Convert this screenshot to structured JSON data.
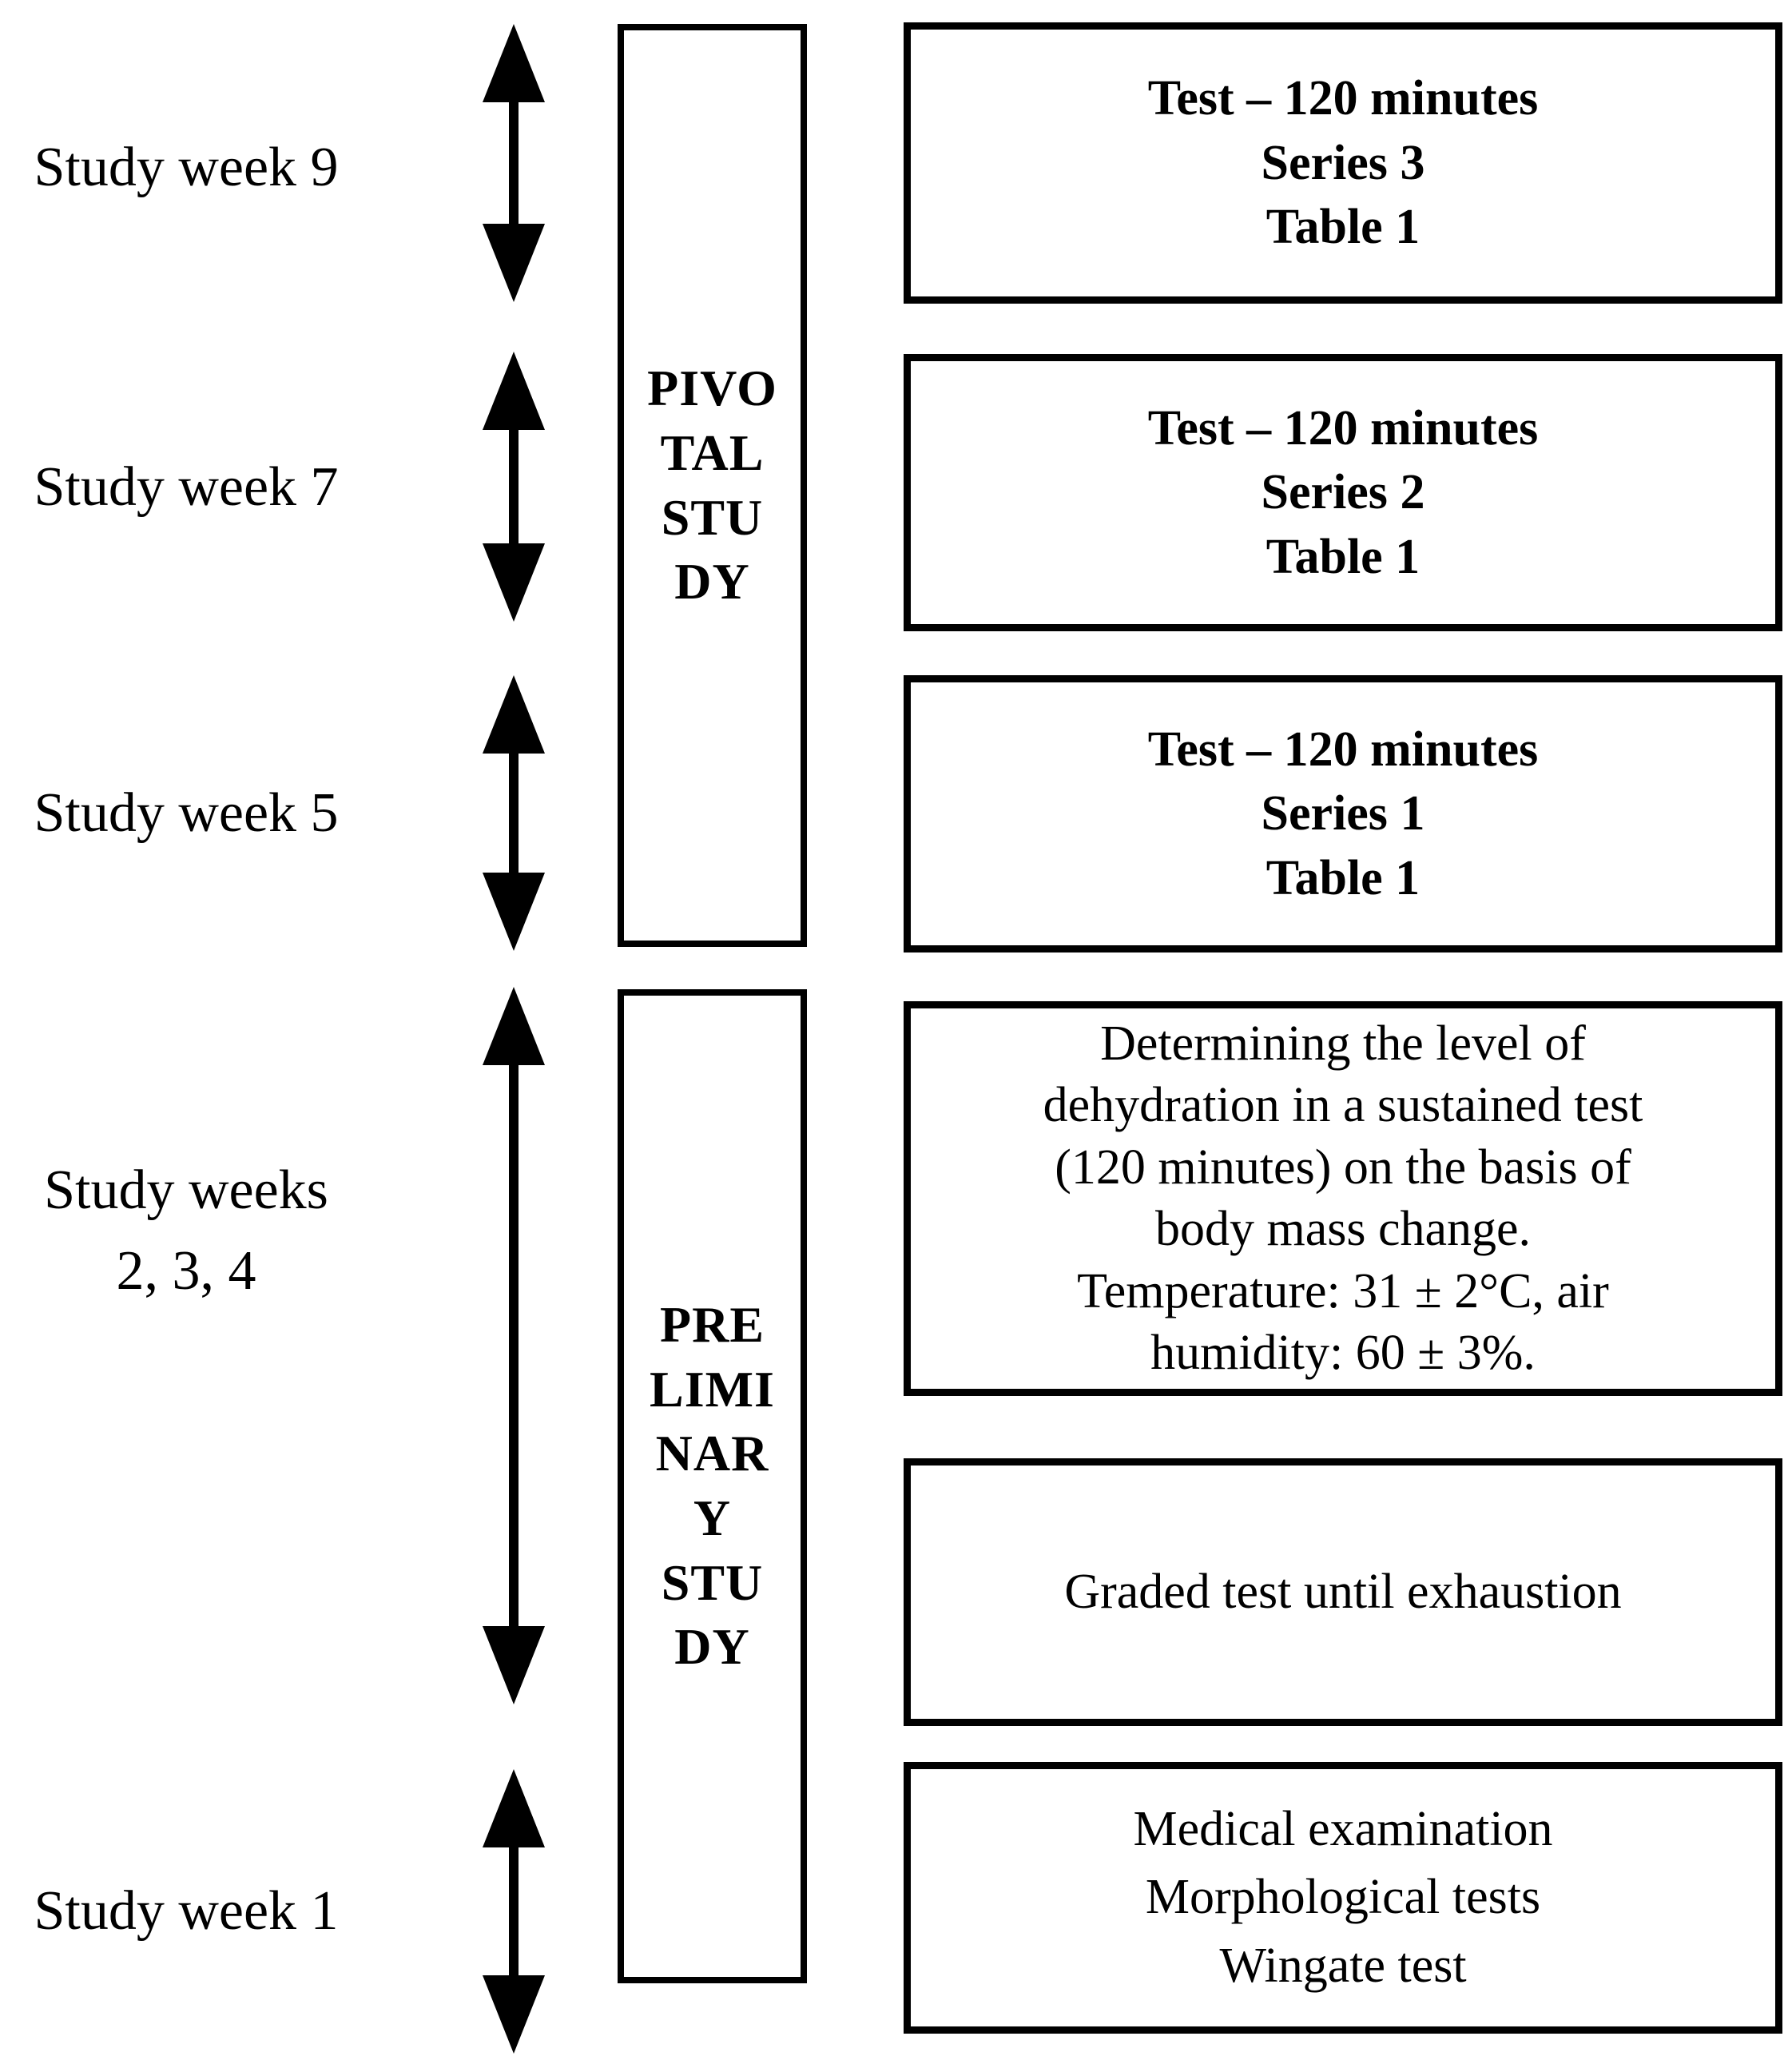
{
  "colors": {
    "ink": "#000000",
    "paper": "#ffffff"
  },
  "timeline_labels": {
    "week9": {
      "lines": [
        "Study week 9"
      ]
    },
    "week7": {
      "lines": [
        "Study week 7"
      ]
    },
    "week5": {
      "lines": [
        "Study week 5"
      ]
    },
    "weeks234": {
      "lines": [
        "Study weeks",
        "2, 3, 4"
      ]
    },
    "week1": {
      "lines": [
        "Study week 1"
      ]
    }
  },
  "phase_boxes": {
    "pivotal": {
      "lines": [
        "PIVO",
        "TAL",
        "STU",
        "DY"
      ]
    },
    "preliminary": {
      "lines": [
        "PRE",
        "LIMI",
        "NAR",
        "Y",
        "STU",
        "DY"
      ]
    }
  },
  "activity_boxes": {
    "series3": {
      "lines": [
        "Test – 120 minutes",
        "Series 3",
        "Table 1"
      ]
    },
    "series2": {
      "lines": [
        "Test – 120 minutes",
        "Series 2",
        "Table 1"
      ]
    },
    "series1": {
      "lines": [
        "Test – 120 minutes",
        "Series 1",
        "Table 1"
      ]
    },
    "dehydration": {
      "lines": [
        "Determining the level of",
        "dehydration in a sustained test",
        "(120 minutes) on the basis of",
        "body mass change.",
        "Temperature: 31 ± 2°C, air",
        "humidity: 60 ± 3%."
      ]
    },
    "graded": {
      "lines": [
        "Graded test until exhaustion"
      ]
    },
    "medical": {
      "lines": [
        "Medical examination",
        "Morphological tests",
        "Wingate test"
      ]
    }
  }
}
